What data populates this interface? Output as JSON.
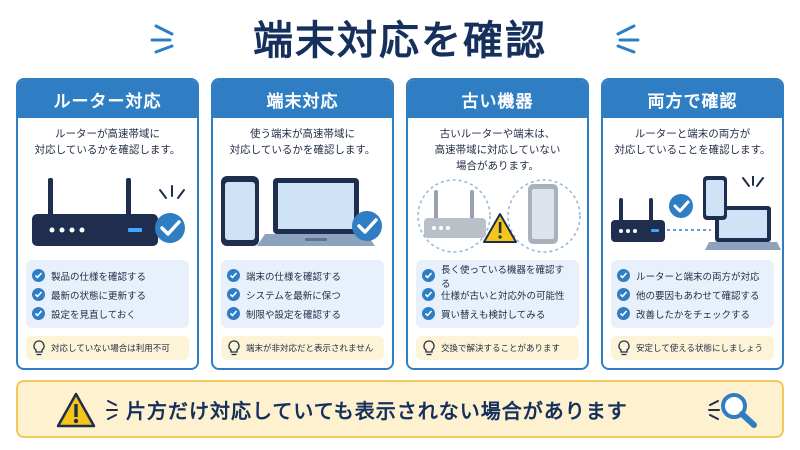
{
  "title": "端末対応を確認",
  "cards": [
    {
      "header": "ルーター対応",
      "desc_lines": [
        "ルーターが高速帯域に",
        "対応しているかを確認します。"
      ],
      "checks": [
        "製品の仕様を確認する",
        "最新の状態に更新する",
        "設定を見直しておく"
      ],
      "tip": "対応していない場合は利用不可"
    },
    {
      "header": "端末対応",
      "desc_lines": [
        "使う端末が高速帯域に",
        "対応しているかを確認します。"
      ],
      "checks": [
        "端末の仕様を確認する",
        "システムを最新に保つ",
        "制限や設定を確認する"
      ],
      "tip": "端末が非対応だと表示されません"
    },
    {
      "header": "古い機器",
      "desc_lines": [
        "古いルーターや端末は、",
        "高速帯域に対応していない",
        "場合があります。"
      ],
      "checks": [
        "長く使っている機器を確認する",
        "仕様が古いと対応外の可能性",
        "買い替えも検討してみる"
      ],
      "tip": "交換で解決することがあります"
    },
    {
      "header": "両方で確認",
      "desc_lines": [
        "ルーターと端末の両方が",
        "対応していることを確認します。"
      ],
      "checks": [
        "ルーターと端末の両方が対応",
        "他の要因もあわせて確認する",
        "改善したかをチェックする"
      ],
      "tip": "安定して使える状態にしましょう"
    }
  ],
  "banner": {
    "text": "片方だけ対応していても表示されない場合があります",
    "left_icon": "warning-icon",
    "right_icon": "magnifier-icon"
  },
  "colors": {
    "primary": "#2f7ec4",
    "navy": "#15305c",
    "check_bg": "#e8f1fb",
    "tip_bg": "#fdf3d6",
    "warning": "#f5c518"
  }
}
